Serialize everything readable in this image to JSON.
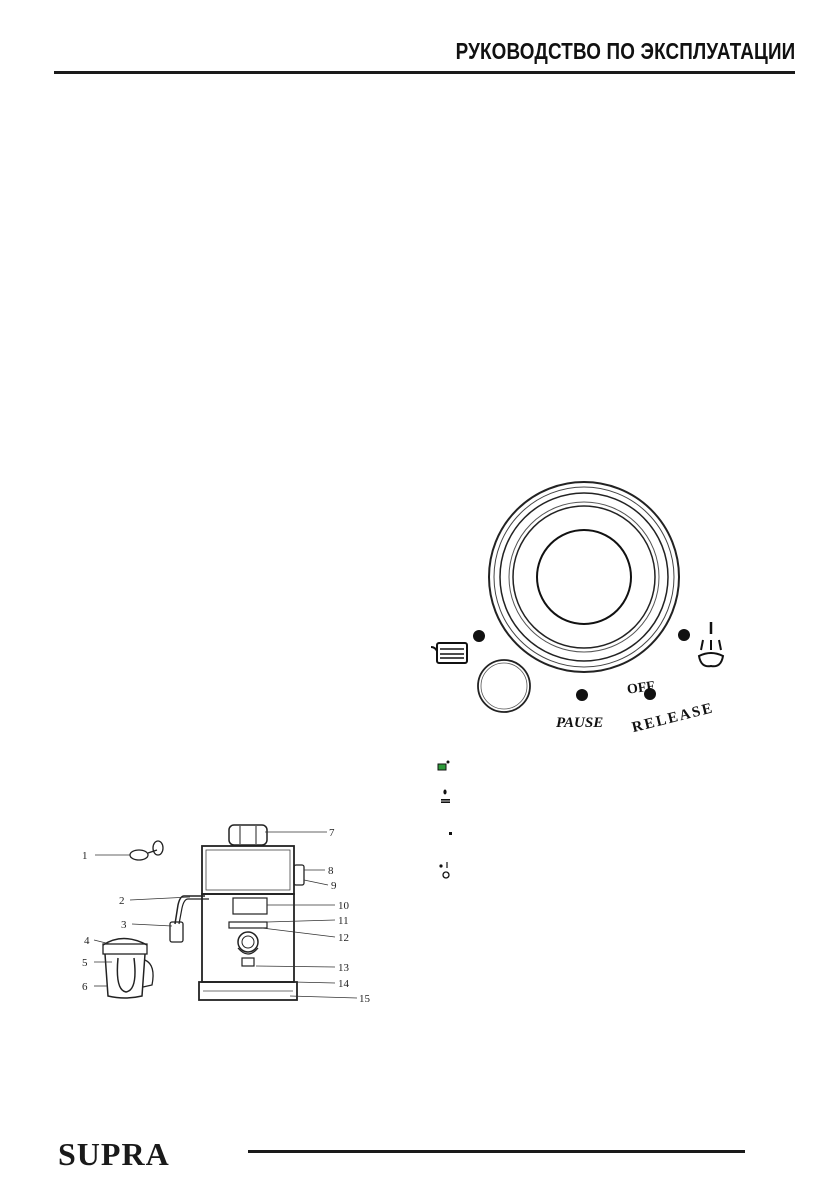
{
  "header": {
    "title": "РУКОВОДСТВО ПО ЭКСПЛУАТАЦИИ"
  },
  "footer": {
    "logo": "SUPRA"
  },
  "dial": {
    "pause_label": "PAUSE",
    "off_label": "OFF",
    "release_label": "RELEASE",
    "icons": [
      "cup-icon",
      "steam-icon"
    ]
  },
  "legend": {
    "items": [
      "cup-icon",
      "drop-icon",
      "dot-icon",
      "steam-icon"
    ],
    "accent_color": "#2e9a3a"
  },
  "parts_diagram": {
    "numbers": [
      "1",
      "2",
      "3",
      "4",
      "5",
      "6",
      "7",
      "8",
      "9",
      "10",
      "11",
      "12",
      "13",
      "14",
      "15"
    ]
  }
}
